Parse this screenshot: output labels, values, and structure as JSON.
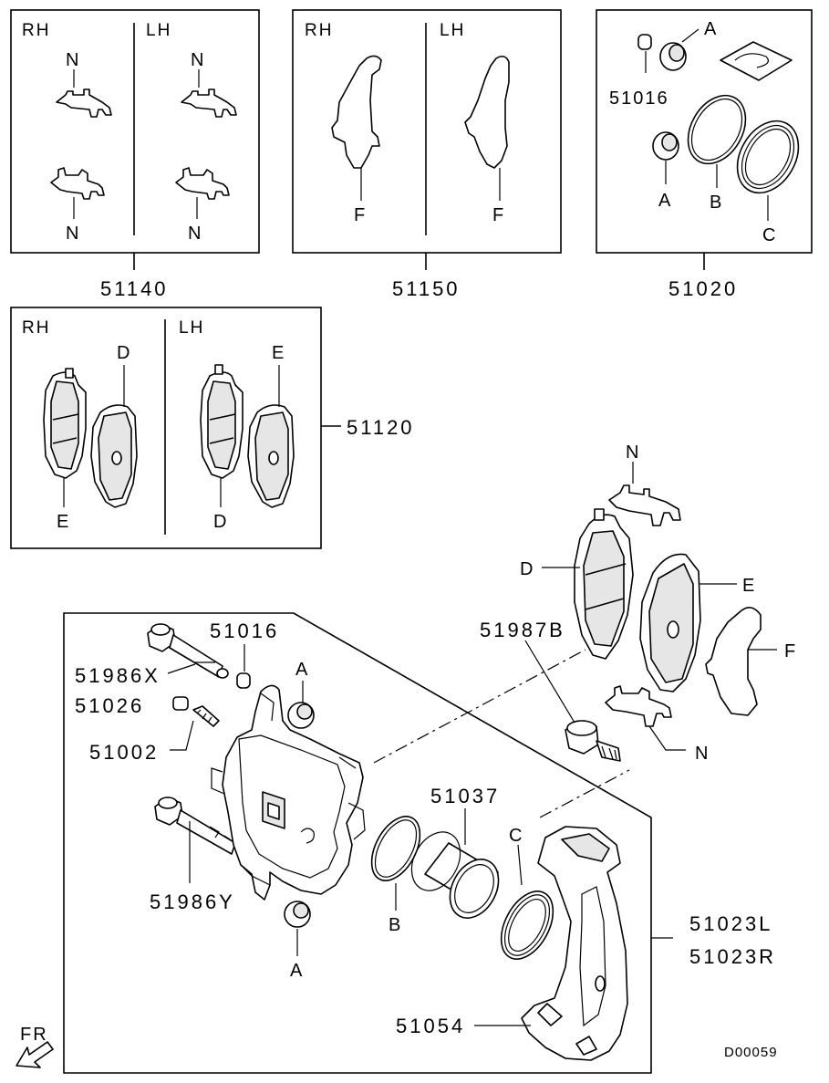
{
  "diagram": {
    "reference_code": "D00059",
    "front_indicator": "FR"
  },
  "kits": {
    "clips_kit": {
      "part_number": "51140",
      "side_right": "RH",
      "side_left": "LH",
      "callouts": [
        "N",
        "N",
        "N",
        "N"
      ]
    },
    "shims_kit": {
      "part_number": "51150",
      "side_right": "RH",
      "side_left": "LH",
      "callouts": [
        "F",
        "F"
      ]
    },
    "seal_kit": {
      "part_number": "51020",
      "callouts": [
        "A",
        "51016",
        "A",
        "B",
        "C"
      ]
    },
    "pad_set": {
      "part_number": "51120",
      "side_right": "RH",
      "side_left": "LH",
      "callouts": [
        "D",
        "E",
        "E",
        "D"
      ]
    }
  },
  "assembly": {
    "parts": [
      {
        "number": "51016"
      },
      {
        "number": "51986X"
      },
      {
        "number": "51026"
      },
      {
        "number": "51002"
      },
      {
        "number": "51986Y"
      },
      {
        "number": "51037"
      },
      {
        "number": "51987B"
      },
      {
        "number": "51054"
      },
      {
        "number": "51023L"
      },
      {
        "number": "51023R"
      }
    ],
    "callouts": [
      "A",
      "A",
      "B",
      "C",
      "D",
      "E",
      "F",
      "N",
      "N"
    ]
  }
}
